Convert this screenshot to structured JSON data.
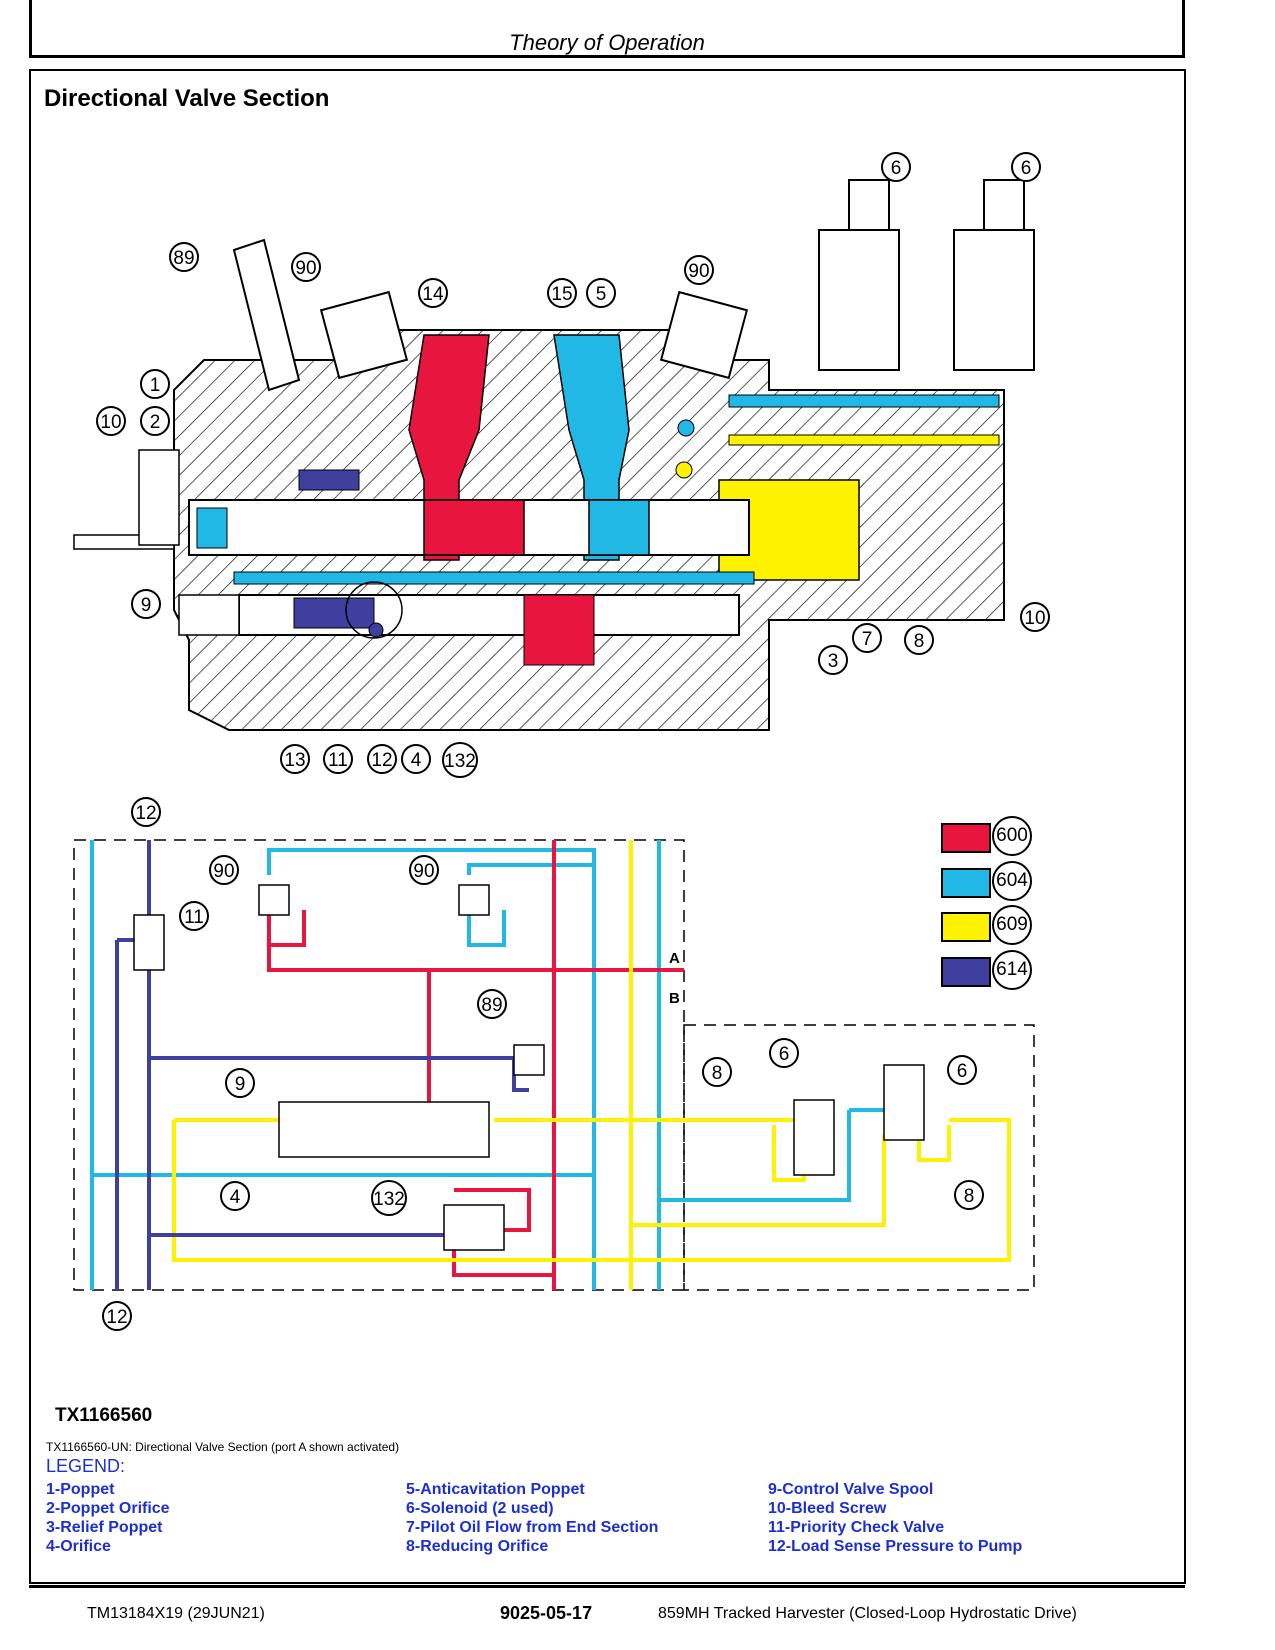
{
  "header": {
    "running_head": "Theory of Operation"
  },
  "section": {
    "title": "Directional Valve Section"
  },
  "callouts": {
    "c1": "1",
    "c2": "2",
    "c3": "3",
    "c4": "4",
    "c5": "5",
    "c6": "6",
    "c7": "7",
    "c8": "8",
    "c9": "9",
    "c10": "10",
    "c11": "11",
    "c12": "12",
    "c13": "13",
    "c14": "14",
    "c15": "15",
    "c89": "89",
    "c90": "90",
    "c132": "132"
  },
  "schematic": {
    "port_a": "A",
    "port_b": "B"
  },
  "color_legend": [
    {
      "code": "600",
      "color": "#e8163f"
    },
    {
      "code": "604",
      "color": "#22b8e6"
    },
    {
      "code": "609",
      "color": "#fff200"
    },
    {
      "code": "614",
      "color": "#3f3fa0"
    }
  ],
  "figure": {
    "id": "TX1166560",
    "caption": "TX1166560-UN: Directional Valve Section (port A shown activated)"
  },
  "legend": {
    "title": "LEGEND:",
    "col1": [
      "1-Poppet",
      "2-Poppet Orifice",
      "3-Relief Poppet",
      "4-Orifice"
    ],
    "col2": [
      "5-Anticavitation Poppet",
      "6-Solenoid (2 used)",
      "7-Pilot Oil Flow from End Section",
      "8-Reducing Orifice"
    ],
    "col3": [
      "9-Control Valve Spool",
      "10-Bleed Screw",
      "11-Priority Check Valve",
      "12-Load Sense Pressure to Pump"
    ]
  },
  "footer": {
    "doc": "TM13184X19 (29JUN21)",
    "page": "9025-05-17",
    "machine": "859MH Tracked Harvester (Closed-Loop Hydrostatic Drive)"
  }
}
